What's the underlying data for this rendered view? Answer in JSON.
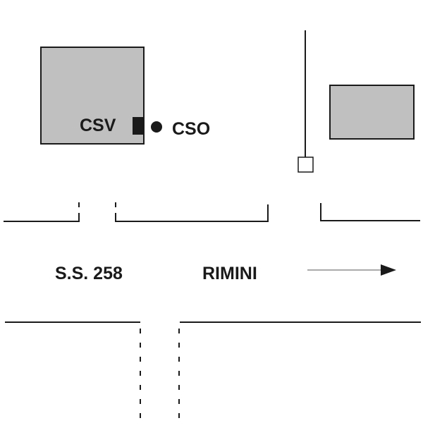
{
  "labels": {
    "csv": "CSV",
    "cso": "CSO",
    "road_name": "S.S. 258",
    "direction": "RIMINI"
  },
  "colors": {
    "building_fill": "#c0c0c0",
    "line": "#1a1a1a"
  }
}
